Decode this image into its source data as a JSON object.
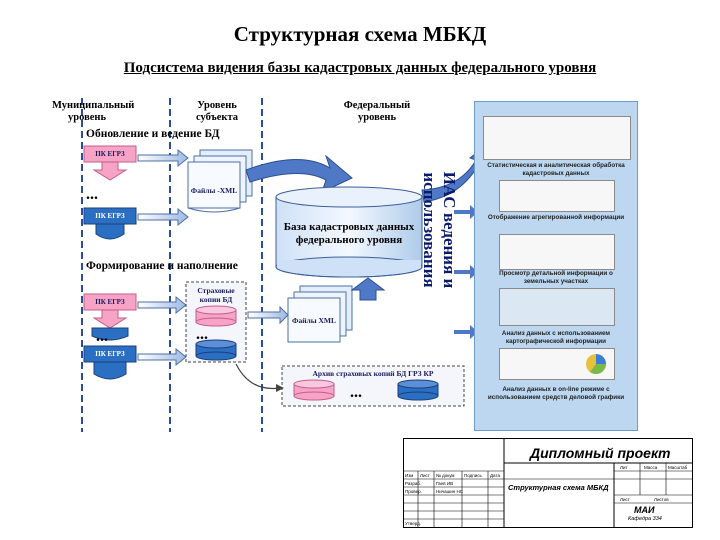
{
  "title": "Структурная схема МБКД",
  "subtitle": "Подсистема видения базы кадастровых данных федерального уровня",
  "levels": {
    "municipal": "Муниципальный уровень",
    "subject": "Уровень субъекта",
    "federal": "Федеральный уровень"
  },
  "sections": {
    "update": "Обновление и ведение БД",
    "forming": "Формирование и наполнение"
  },
  "nodes": {
    "pk_egrz": "ПК ЕГРЗ",
    "files_xml_top": "Файлы -XML",
    "files_xml_bottom": "Файлы XML",
    "insurance_copies": "Страховые копии БД",
    "database": "База кадастровых данных федерального уровня",
    "archive": "Архив страховых копий БД ГРЗ КР",
    "ellipsis": "..."
  },
  "vertical_label": "ИАС ведения и использования",
  "panel_items": [
    "Статистическая и аналитическая обработка кадастровых данных",
    "Отображение агрегированной информации",
    "Просмотр детальной информации о земельных участках",
    "Анализ данных с использованием картографической информации",
    "Анализ данных в on-line режиме с использованием средств деловой графики"
  ],
  "stamp": {
    "project": "Дипломный проект",
    "scheme": "Структурная схема МБКД",
    "org": "МАИ",
    "dept": "Кафедра 334",
    "cols_top": [
      "Лит",
      "Масса",
      "Масштаб"
    ],
    "cols_rows": [
      "Изм",
      "Лист",
      "№ докум",
      "Подпись",
      "Дата"
    ],
    "rows": [
      "Разраб.",
      "Провер."
    ],
    "names": [
      "Гаев ИВ",
      "Ничашин НС"
    ],
    "sheet": [
      "Лист",
      "Листов"
    ],
    "approved": "Утверд."
  },
  "colors": {
    "pink": "#f7a3c6",
    "blue": "#2b6fc2",
    "arrow_fill": "#dfe8f5",
    "arrow_stroke": "#4d6fa7",
    "big_arrow": "#4f79c6",
    "panel": "#bcd7ef"
  }
}
